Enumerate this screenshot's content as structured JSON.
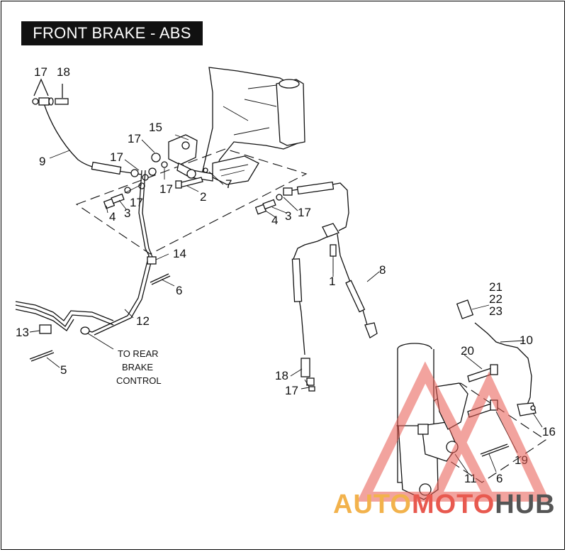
{
  "title": "FRONT BRAKE - ABS",
  "callouts": [
    "1",
    "2",
    "3",
    "4",
    "5",
    "6",
    "7",
    "8",
    "9",
    "10",
    "11",
    "12",
    "13",
    "14",
    "15",
    "16",
    "17",
    "18",
    "19",
    "20",
    "21",
    "22",
    "23"
  ],
  "labels": {
    "l17a": "17",
    "l18a": "18",
    "l15": "15",
    "l17b": "17",
    "l17c": "17",
    "l17d": "17",
    "l17e": "17",
    "l9": "9",
    "l2": "2",
    "l7": "7",
    "l3a": "3",
    "l4a": "4",
    "l3b": "3",
    "l4b": "4",
    "l17f": "17",
    "l14": "14",
    "l6a": "6",
    "l12": "12",
    "l13": "13",
    "l5": "5",
    "l8": "8",
    "l1": "1",
    "l21": "21",
    "l22": "22",
    "l23": "23",
    "l10": "10",
    "l20": "20",
    "l18b": "18",
    "l17g": "17",
    "l16": "16",
    "l19": "19",
    "l11": "11",
    "l6b": "6"
  },
  "note": {
    "line1": "TO REAR",
    "line2": "BRAKE",
    "line3": "CONTROL"
  },
  "watermark": {
    "word1": "AUTO",
    "word2": "MOTO",
    "word3": "HUB",
    "color1": "#f2b24c",
    "color2": "#e8594f",
    "color3": "#555555",
    "triangle_color": "#e8594f"
  }
}
